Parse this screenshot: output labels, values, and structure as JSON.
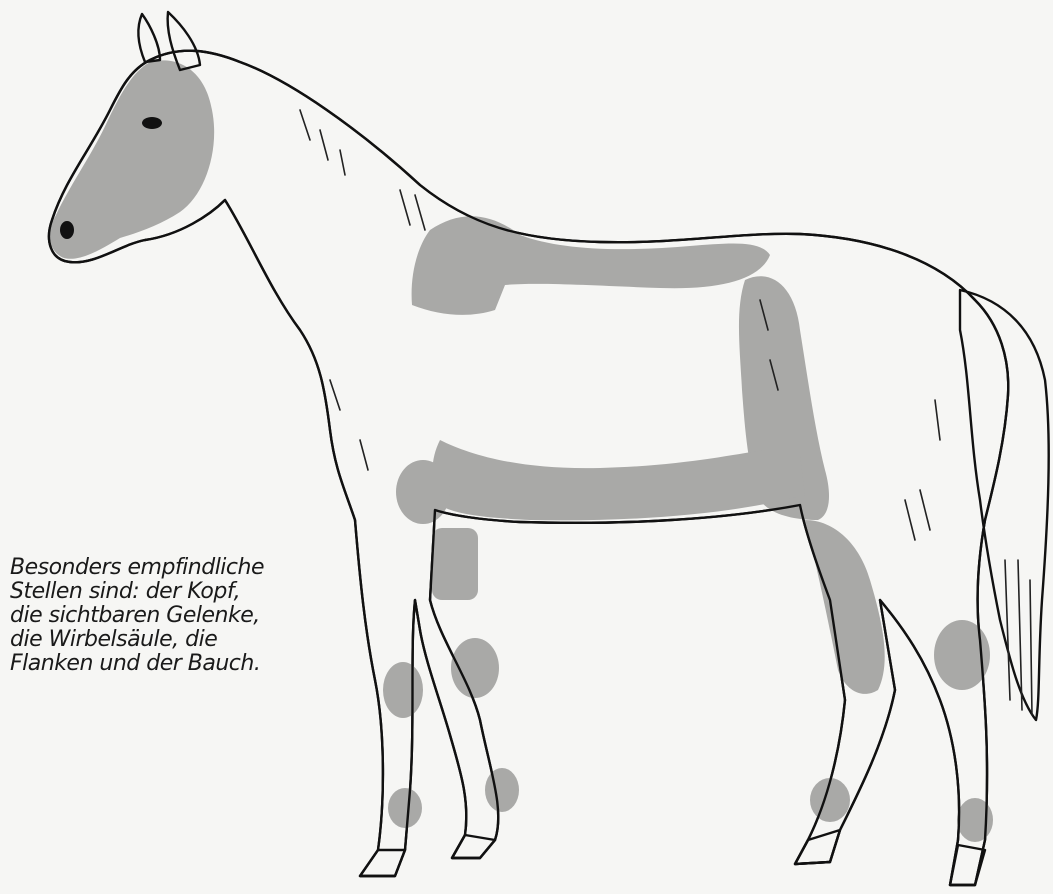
{
  "caption": {
    "lines": [
      "Besonders empfindliche",
      "Stellen sind: der Kopf,",
      "die sichtbaren Gelenke,",
      "die Wirbelsäule, die",
      "Flanken und der Bauch."
    ]
  },
  "colors": {
    "background": "#f6f6f4",
    "horse_fill": "#fdfdfc",
    "sensitive_shading": "#a9a9a7",
    "outline": "#111111"
  },
  "sensitive_areas": [
    "head-shading",
    "withers-spine-shading",
    "flank-shading",
    "belly-shading",
    "knee-joint-shading",
    "fetlock-joint-shading",
    "hock-joint-shading",
    "stifle-shading"
  ]
}
